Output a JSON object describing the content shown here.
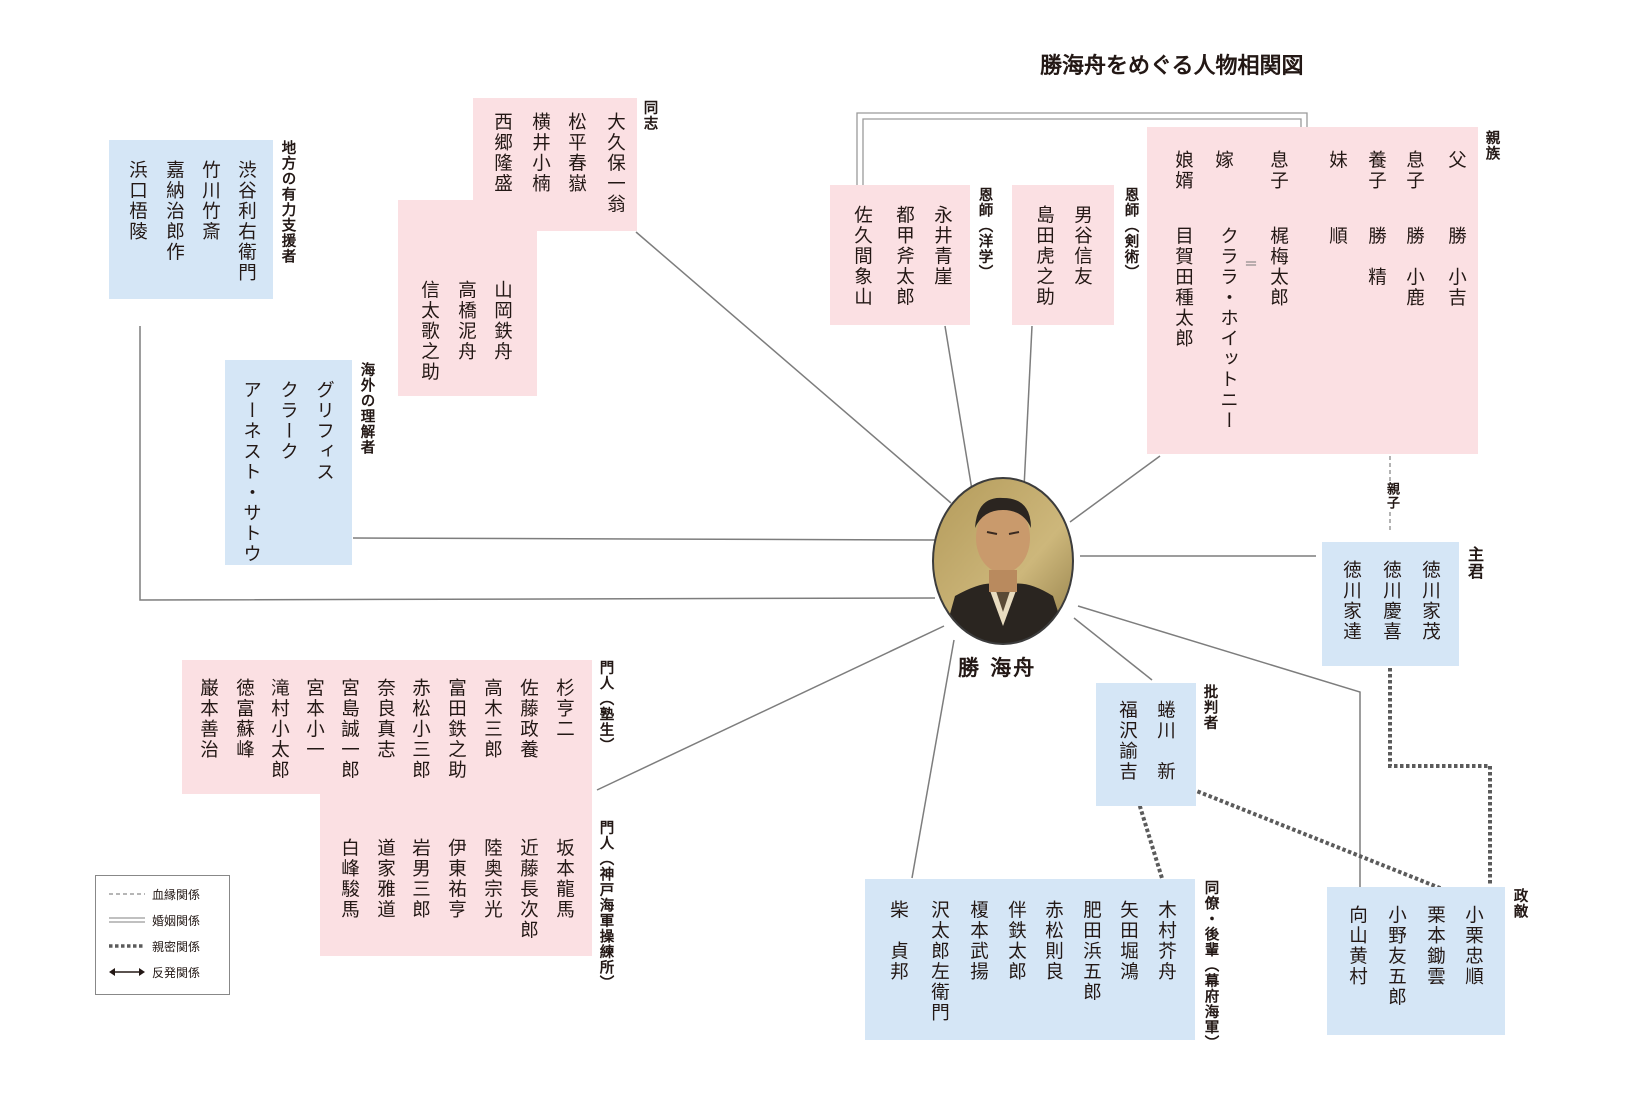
{
  "title": "勝海舟をめぐる人物相関図",
  "center": {
    "name": "勝 海舟"
  },
  "groups": {
    "kinship": {
      "label": "親族",
      "columns": [
        "父",
        "勝　小吉",
        "息子",
        "勝　小鹿",
        "養子",
        "勝　精",
        "妹",
        "順",
        "息子",
        "梶梅太郎",
        "クララ・ホイットニー",
        "嫁",
        "娘婿",
        "目賀田種太郎"
      ],
      "link": "親子"
    },
    "comrades": {
      "label": "同志",
      "columns": [
        "大久保一翁",
        "松平春嶽",
        "横井小楠",
        "西郷隆盛",
        "山岡鉄舟",
        "高橋泥舟",
        "信太歌之助"
      ]
    },
    "local_supporters": {
      "label": "地方の有力支援者",
      "columns": [
        "渋谷利右衛門",
        "竹川竹斎",
        "嘉納治郎作",
        "浜口梧陵"
      ]
    },
    "foreign": {
      "label": "海外の理解者",
      "columns": [
        "グリフィス",
        "クラーク",
        "アーネスト・サトウ"
      ]
    },
    "mentor_western": {
      "label": "恩師（洋学）",
      "columns": [
        "永井青崖",
        "都甲斧太郎",
        "佐久間象山"
      ]
    },
    "mentor_sword": {
      "label": "恩師（剣術）",
      "columns": [
        "男谷信友",
        "島田虎之助"
      ]
    },
    "lord": {
      "label": "主君",
      "columns": [
        "徳川家茂",
        "徳川慶喜",
        "徳川家達"
      ]
    },
    "critics": {
      "label": "批判者",
      "columns": [
        "蜷川　新",
        "福沢諭吉"
      ]
    },
    "disciples_juku": {
      "label": "門人（塾生）",
      "columns": [
        "杉亨二",
        "佐藤政養",
        "高木三郎",
        "富田鉄之助",
        "赤松小三郎",
        "奈良真志",
        "宮島誠一郎",
        "宮本小一",
        "滝村小太郎",
        "徳富蘇峰",
        "巌本善治"
      ]
    },
    "disciples_kobe": {
      "label": "門人（神戸海軍操練所）",
      "columns": [
        "坂本龍馬",
        "近藤長次郎",
        "陸奥宗光",
        "伊東祐亨",
        "岩男三郎",
        "道家雅道",
        "白峰駿馬"
      ]
    },
    "colleagues": {
      "label": "同僚・後輩（幕府海軍）",
      "columns": [
        "木村芥舟",
        "矢田堀鴻",
        "肥田浜五郎",
        "赤松則良",
        "伴鉄太郎",
        "榎本武揚",
        "沢太郎左衛門",
        "柴　貞邦"
      ]
    },
    "rivals": {
      "label": "政敵",
      "columns": [
        "小栗忠順",
        "栗本鋤雲",
        "小野友五郎",
        "向山黄村"
      ]
    }
  },
  "legend": {
    "blood": "血縁関係",
    "marriage": "婚姻関係",
    "close": "親密関係",
    "conflict": "反発関係"
  },
  "colors": {
    "pink": "#fbe0e3",
    "blue": "#d5e6f6",
    "line": "#7d7d7d"
  }
}
